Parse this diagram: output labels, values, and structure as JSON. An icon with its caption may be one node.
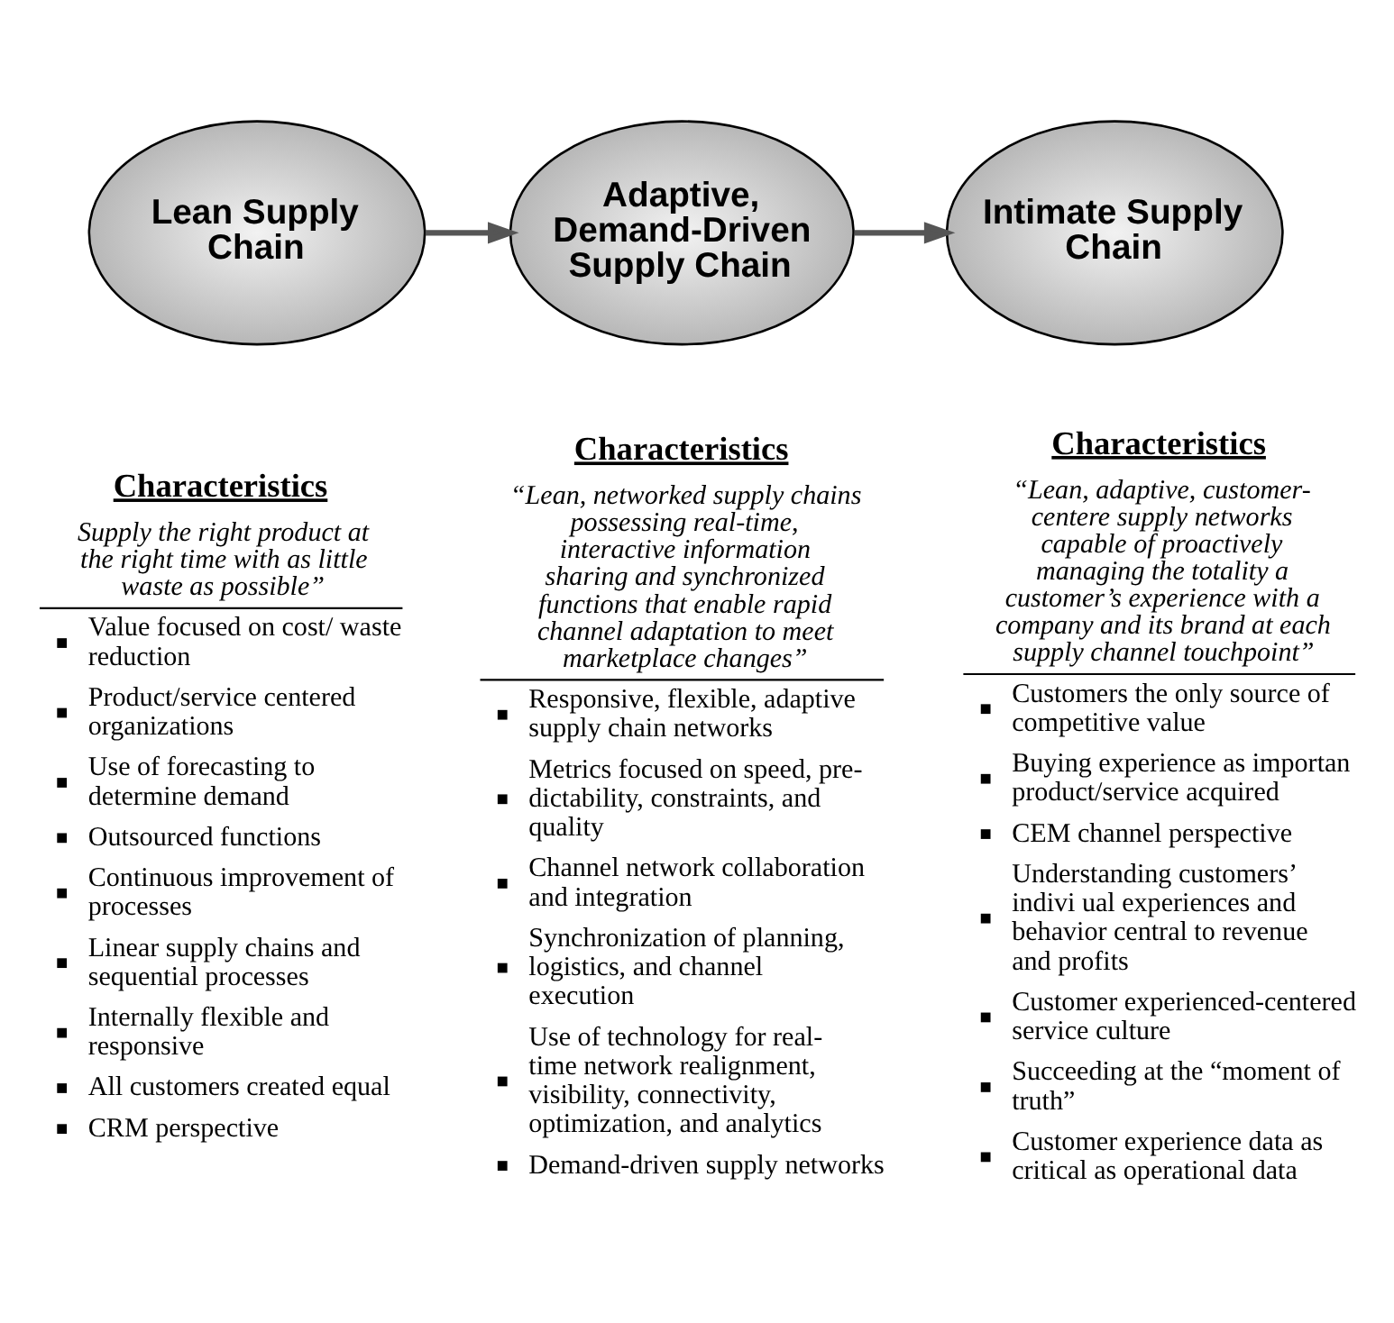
{
  "diagram": {
    "nodes": [
      {
        "text": [
          "Lean Supply Chain"
        ]
      },
      {
        "text": [
          "Adaptive, Demand-Driven Supply Chain"
        ]
      },
      {
        "text": [
          "Intimate Supply Chain"
        ]
      }
    ],
    "edges": [
      {
        "from": 0,
        "to": 1,
        "arrow": "to"
      },
      {
        "from": 1,
        "to": 2,
        "arrow": "to"
      }
    ],
    "labels": [
      "Characteristics",
      "Supply the right product at the right time with as little waste as possible”",
      "Value focused on cost/ waste reduction",
      "Product/service centered organizations",
      "Use of forecasting to determine demand",
      "Outsourced functions",
      "Continuous improvement of processes",
      "Linear supply chains and sequential processes",
      "Internally flexible and responsive",
      "All customers created equal",
      "CRM perspective",
      "Characteristics",
      "“Lean, networked supply chains possessing real-time, interactive information sharing and synchronized functions that enable rapid channel adaptation to meet marketplace changes”",
      "Responsive, flexible, adaptive supply chain networks",
      "Metrics focused on speed, pre-dictability, constraints, and quality",
      "Channel network collaboration and integration",
      "Synchronization of planning, logistics, and channel execution",
      "Use of technology for real-time network realignment, visibility, connectivity, optimization, and analytics",
      "Demand-driven supply networks",
      "Characteristics",
      "“Lean, adaptive, customer-centere supply networks capable of proactively managing the totality a customer’s experience with a company and its brand at each supply channel touchpoint”",
      "Customers the only source of competitive value",
      "Buying experience as importan product/service acquired",
      "CEM channel perspective",
      "Understanding customers’ indivi ual experiences and behavior central to revenue and profits",
      "Customer experienced-centered service culture",
      "Succeeding at the “moment of truth”",
      "Customer experience data as critical as operational data"
    ]
  }
}
